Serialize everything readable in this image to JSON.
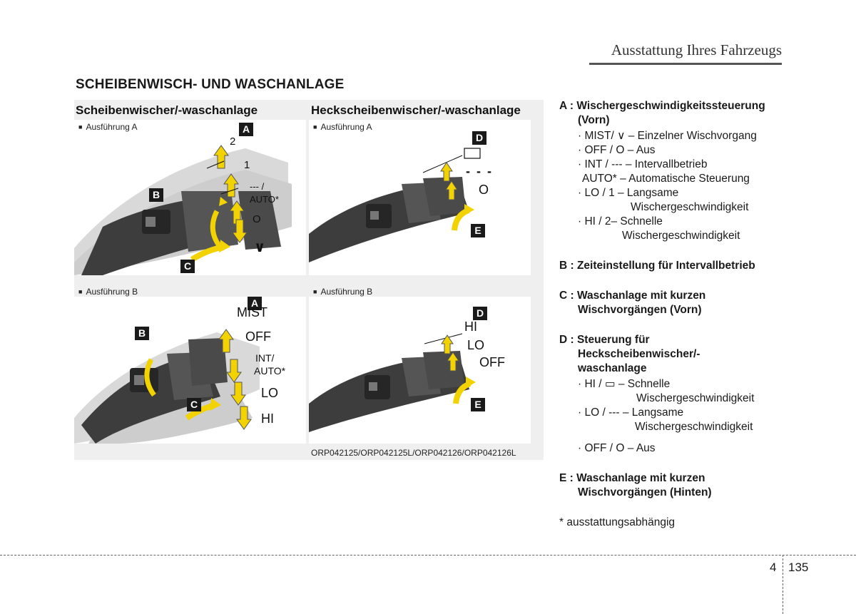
{
  "header": {
    "chapter_title": "Ausstattung Ihres Fahrzeugs"
  },
  "section": {
    "title": "SCHEIBENWISCH- UND WASCHANLAGE"
  },
  "figure": {
    "front_title": "Scheibenwischer/-waschanlage",
    "rear_title": "Heckscheibenwischer/-waschanlage",
    "note_a": "Ausführung A",
    "note_b": "Ausführung B",
    "code": "ORP042125/ORP042125L/ORP042126/ORP042126L",
    "fa": {
      "badge_a": "A",
      "badge_b": "B",
      "badge_c": "C",
      "l2": "2",
      "l1": "1",
      "lint": "--- /",
      "lauto": "AUTO*",
      "loff": "O",
      "lmist": "∨"
    },
    "ra": {
      "badge_d": "D",
      "badge_e": "E",
      "lint": "- - -",
      "loff": "O"
    },
    "fb": {
      "badge_a": "A",
      "badge_b": "B",
      "badge_c": "C",
      "lmist": "MIST",
      "loff": "OFF",
      "lint": "INT/",
      "lauto": "AUTO*",
      "llo": "LO",
      "lhi": "HI"
    },
    "rb": {
      "badge_d": "D",
      "badge_e": "E",
      "lhi": "HI",
      "llo": "LO",
      "loff": "OFF"
    }
  },
  "legend": {
    "a_title": "A : Wischergeschwindigkeitssteuerung",
    "a_title2": "(Vorn)",
    "a_mist": "· MIST/ ∨  – Einzelner Wischvorgang",
    "a_off": "· OFF / O – Aus",
    "a_int": "· INT / --- – Intervallbetrieb",
    "a_auto": "AUTO* – Automatische Steuerung",
    "a_lo": "· LO / 1 – Langsame",
    "a_lo2": "Wischergeschwindigkeit",
    "a_hi": "· HI / 2– Schnelle",
    "a_hi2": "Wischergeschwindigkeit",
    "b": "B : Zeiteinstellung für Intervallbetrieb",
    "c": "C : Waschanlage mit kurzen",
    "c2": "Wischvorgängen (Vorn)",
    "d": "D : Steuerung für",
    "d2": "Heckscheibenwischer/-",
    "d3": "waschanlage",
    "d_hi": "· HI / ▭ – Schnelle",
    "d_hi2": "Wischergeschwindigkeit",
    "d_lo": "· LO / --- – Langsame",
    "d_lo2": "Wischergeschwindigkeit",
    "d_off": "· OFF / O – Aus",
    "e": "E : Waschanlage mit kurzen",
    "e2": "Wischvorgängen (Hinten)",
    "footnote": "* ausstattungsabhängig"
  },
  "footer": {
    "section_number": "4",
    "page_number": "135"
  },
  "colors": {
    "arrow_fill": "#f2d200",
    "panel_bg": "#efefef",
    "badge": "#1a1a1a"
  }
}
